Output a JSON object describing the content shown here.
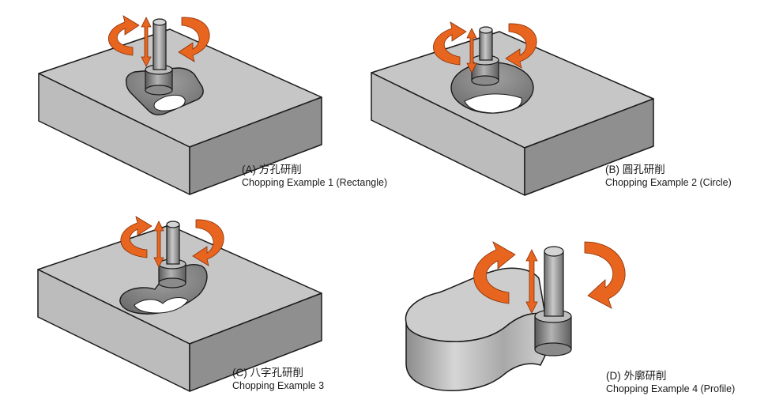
{
  "panels": [
    {
      "id": "a",
      "title": "(A) 方孔研削",
      "subtitle": "Chopping Example 1 (Rectangle)"
    },
    {
      "id": "b",
      "title": "(B) 圓孔研削",
      "subtitle": "Chopping Example 2 (Circle)"
    },
    {
      "id": "c",
      "title": "(C) 八字孔研削",
      "subtitle": "Chopping Example 3"
    },
    {
      "id": "d",
      "title": "(D) 外廓研削",
      "subtitle": "Chopping Example 4 (Profile)"
    }
  ],
  "colors": {
    "block_top": "#c8c8c8",
    "block_side_light": "#b9b9b9",
    "block_side_dark": "#8e8e8e",
    "tool": "#9a9a9a",
    "arrow_orange": "#e8651f",
    "edge": "#1a1a1a"
  }
}
